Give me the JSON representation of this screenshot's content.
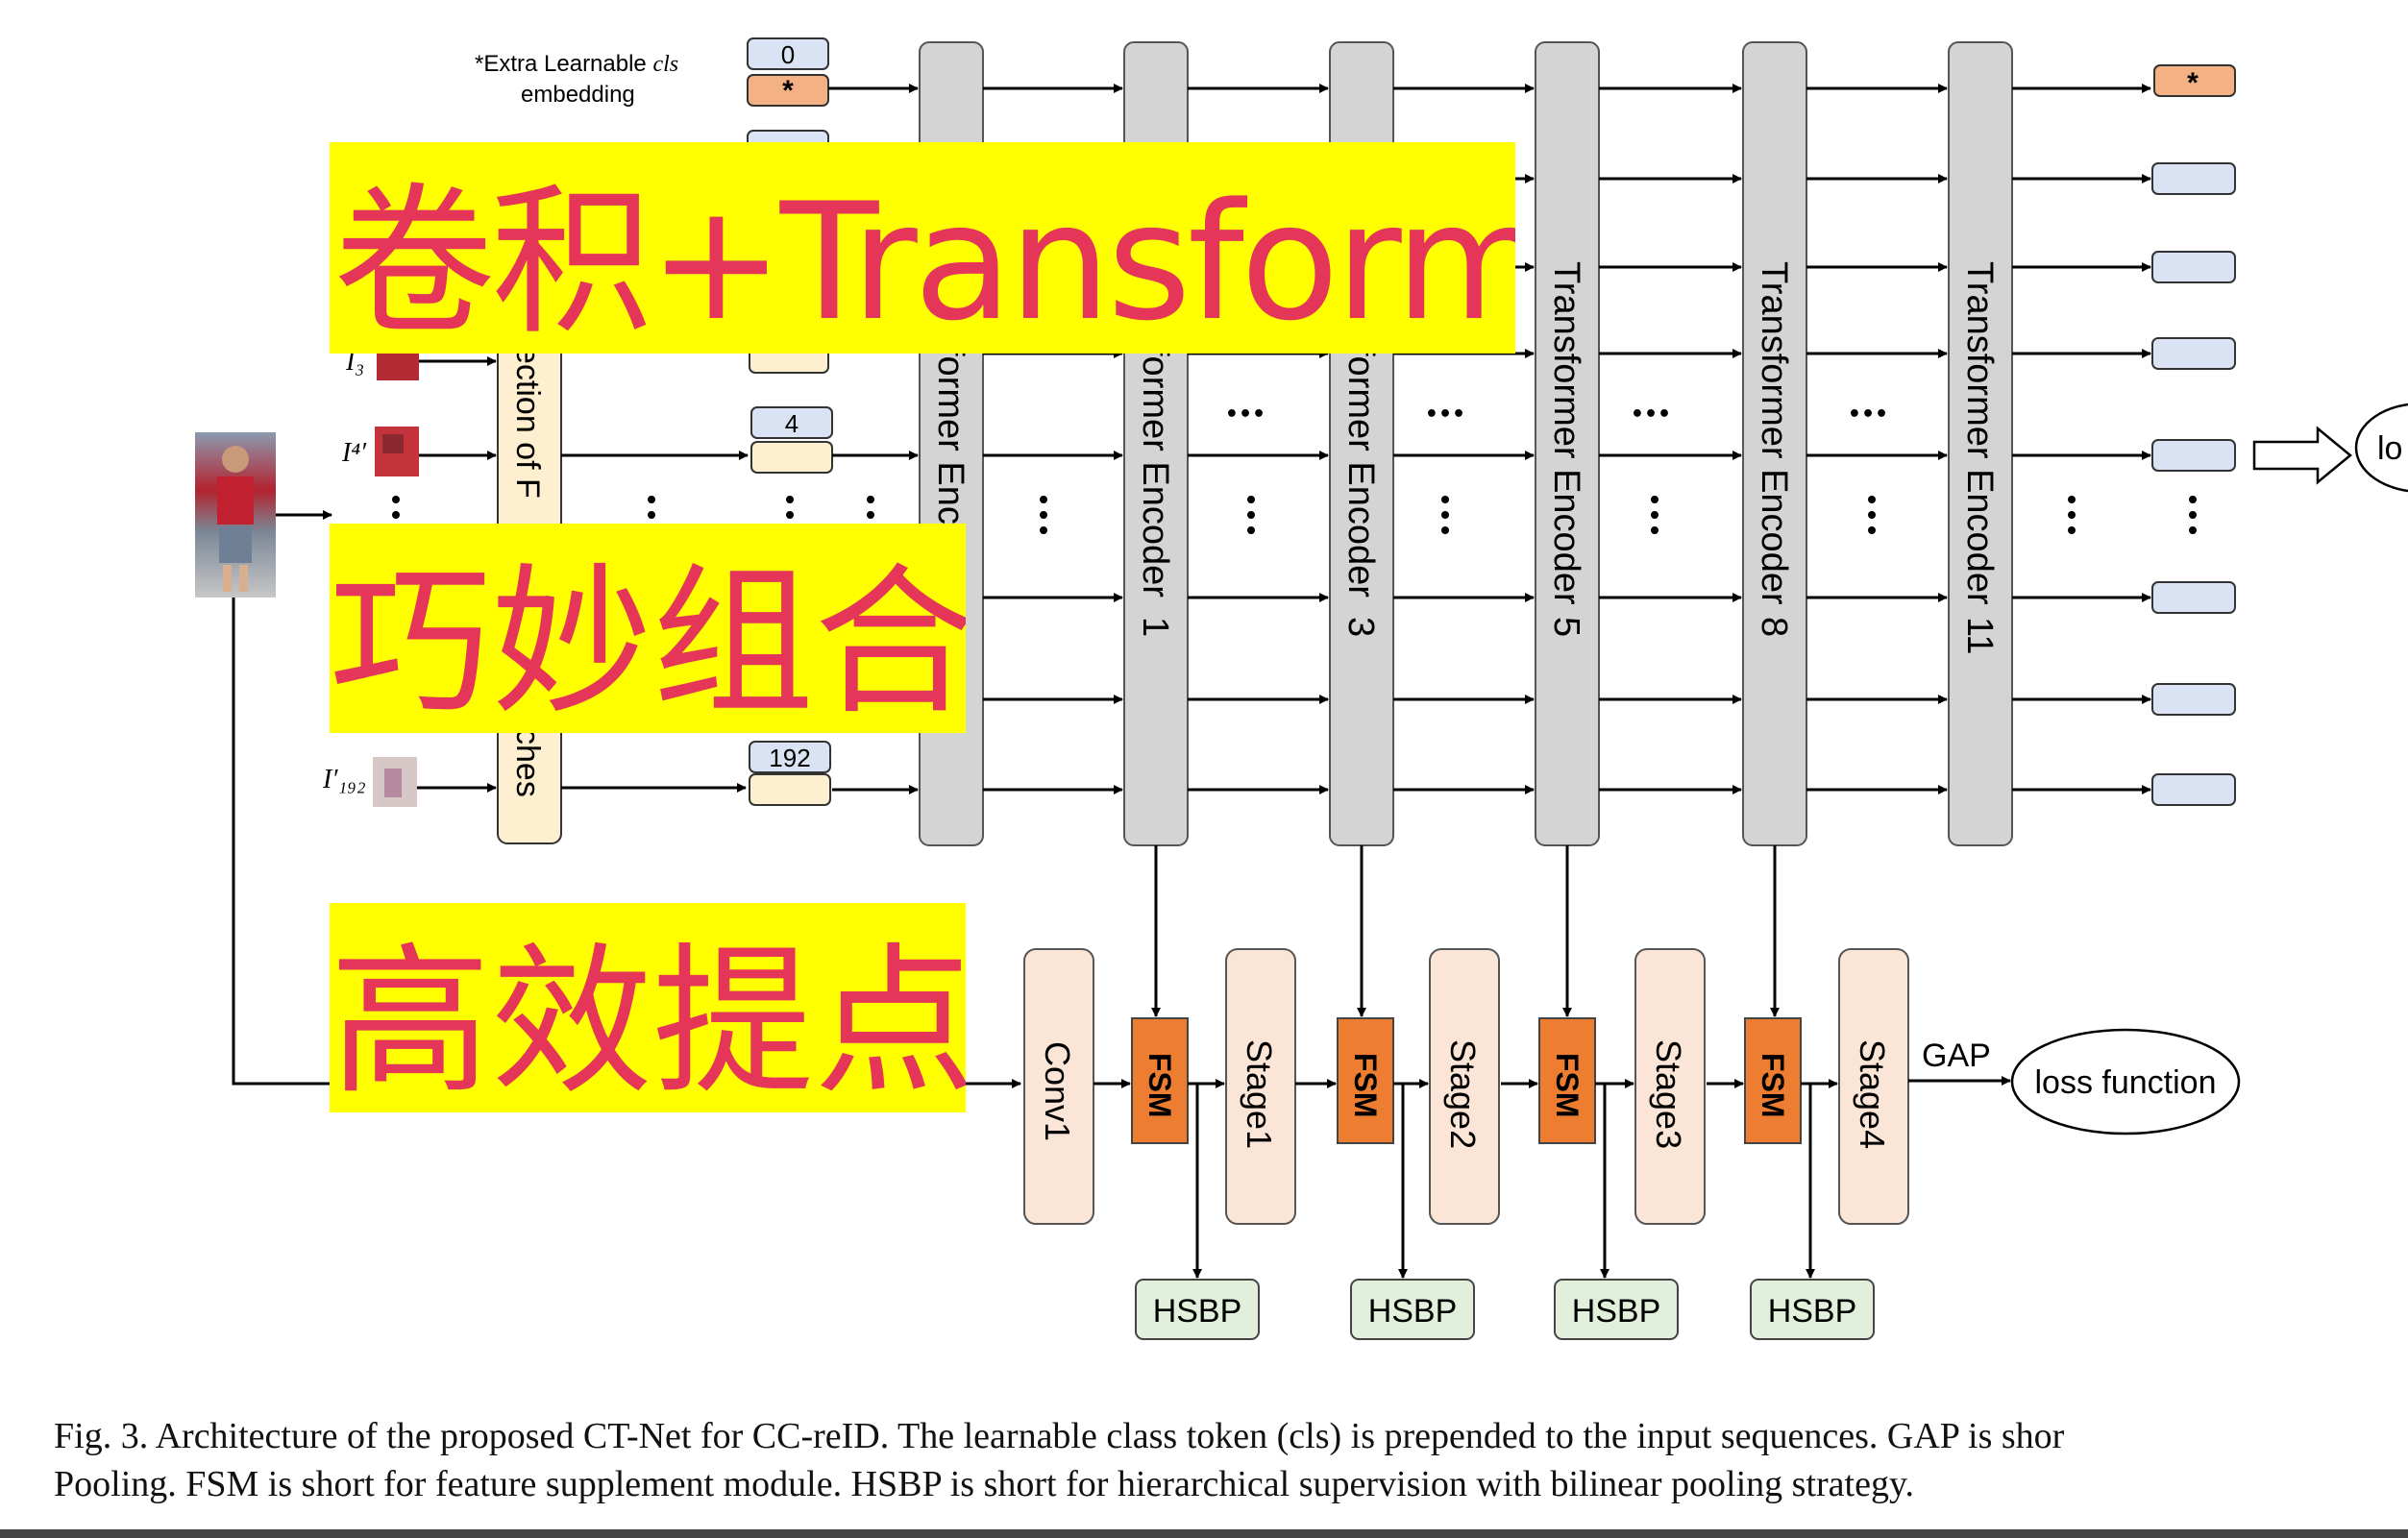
{
  "diagram": {
    "cls_label_prefix": "*Extra Learnable",
    "cls_label_math": "cls",
    "cls_label_suffix": "embedding",
    "token_zero": "0",
    "token_star": "*",
    "token_four": "4",
    "token_last": "192",
    "patch_label_3": "I₃",
    "patch_label_4": "I⁴′",
    "patch_label_192": "I′₁₉₂",
    "projection_visible_1": "ection of F",
    "projection_visible_2": "ches",
    "encoders": [
      {
        "label": "former Enc",
        "index": ""
      },
      {
        "label": "former Encoder",
        "index": "1"
      },
      {
        "label": "former Encoder",
        "index": "3"
      },
      {
        "label": "Transformer Encoder",
        "index": "5"
      },
      {
        "label": "Transformer Encoder",
        "index": "8"
      },
      {
        "label": "Transformer Encoder",
        "index": "11"
      }
    ],
    "ellipsis_h": "•••",
    "conv_label": "Conv1",
    "fsm_label": "FSM",
    "stages": [
      "Stage1",
      "Stage2",
      "Stage3",
      "Stage4"
    ],
    "hsbp_label": "HSBP",
    "gap_label": "GAP",
    "loss_label": "loss function",
    "loss_top_visible": "lo",
    "output_star": "*"
  },
  "overlays": {
    "line1": "卷积+Transformer",
    "line2": "巧妙组合",
    "line3": "高效提点"
  },
  "caption": {
    "line1": "Fig. 3.     Architecture of the proposed CT-Net for CC-reID. The learnable class token (cls) is prepended to the input sequences. GAP is shor",
    "line2": "Pooling. FSM is short for feature supplement module. HSBP is short for hierarchical supervision with bilinear pooling strategy."
  },
  "colors": {
    "encoder_fill": "#d4d4d4",
    "token_blue": "#dae3f3",
    "token_orange": "#f4b183",
    "token_yellow": "#fdefcf",
    "stage_fill": "#fbe5d6",
    "fsm_fill": "#ed7d31",
    "hsbp_fill": "#e2efda",
    "overlay_bg": "#ffff00",
    "overlay_text": "#e5365a"
  }
}
